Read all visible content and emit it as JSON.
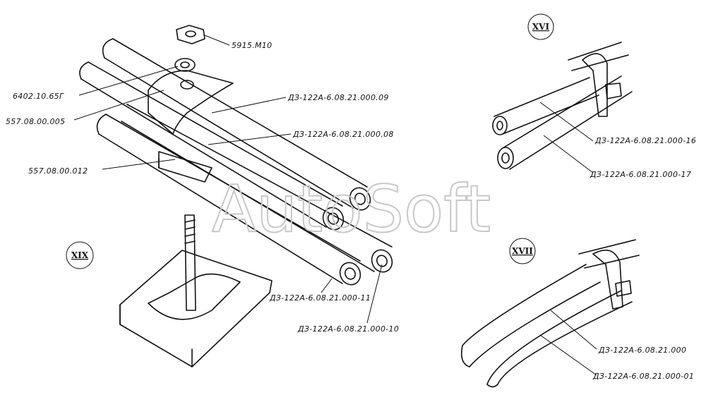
{
  "watermark": "AutoSoft",
  "views": {
    "xvi": "XVI",
    "xvii": "XVII",
    "xix": "XIX"
  },
  "labels": {
    "nut": "5915.М10",
    "washer": "6402.10.65Г",
    "clamp": "557.08.00.005",
    "plate": "557.08.00.012",
    "tube_09": "ДЗ-122А-6.08.21.000.09",
    "tube_08": "ДЗ-122А-6.08.21.000.08",
    "tube_11": "ДЗ-122А-6.08.21.000-11",
    "tube_10": "ДЗ-122А-6.08.21.000-10",
    "tube_16": "ДЗ-122А-6.08.21.000-16",
    "tube_17": "ДЗ-122А-6.08.21.000-17",
    "tube_000": "ДЗ-122А-6.08.21.000",
    "tube_01": "ДЗ-122А-6.08.21.000-01"
  }
}
